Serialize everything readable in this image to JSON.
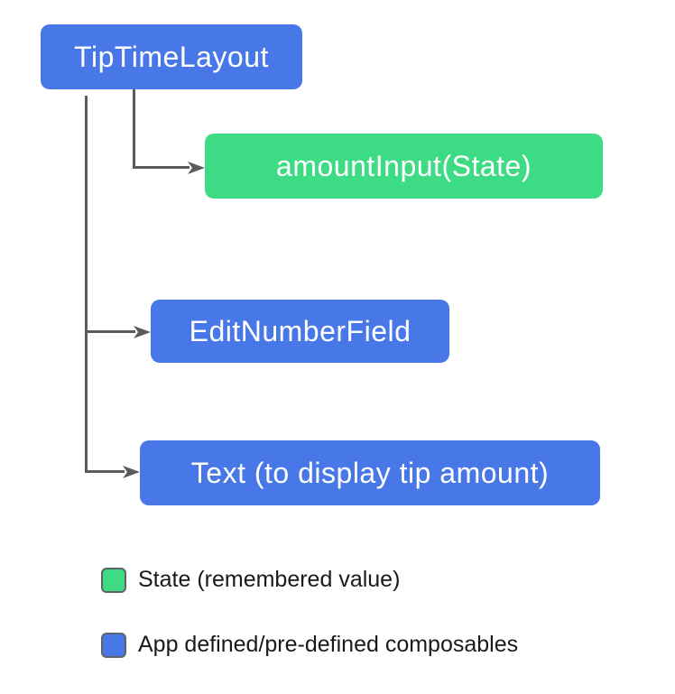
{
  "diagram": {
    "nodes": [
      {
        "id": "tiptimelayout",
        "label": "TipTimeLayout",
        "type": "composable",
        "color": "#4878e8"
      },
      {
        "id": "amountinput",
        "label": "amountInput(State)",
        "type": "state",
        "color": "#3ddc84"
      },
      {
        "id": "editnumberfield",
        "label": "EditNumberField",
        "type": "composable",
        "color": "#4878e8"
      },
      {
        "id": "textdisplay",
        "label": "Text (to display tip amount)",
        "type": "composable",
        "color": "#4878e8"
      }
    ],
    "edges": [
      {
        "from": "TipTimeLayout",
        "to": "amountInput(State)"
      },
      {
        "from": "TipTimeLayout",
        "to": "EditNumberField"
      },
      {
        "from": "TipTimeLayout",
        "to": "Text (to display tip amount)"
      }
    ]
  },
  "legend": {
    "items": [
      {
        "label": "State (remembered value)",
        "color": "#3ddc84"
      },
      {
        "label": "App defined/pre-defined composables",
        "color": "#4878e8"
      }
    ]
  },
  "colors": {
    "composable_blue": "#4878e8",
    "state_green": "#3ddc84",
    "connector_gray": "#595b5e",
    "swatch_border_gray": "#5f6368",
    "node_text": "#ffffff",
    "legend_text": "#1a1a1a",
    "background": "#ffffff"
  }
}
